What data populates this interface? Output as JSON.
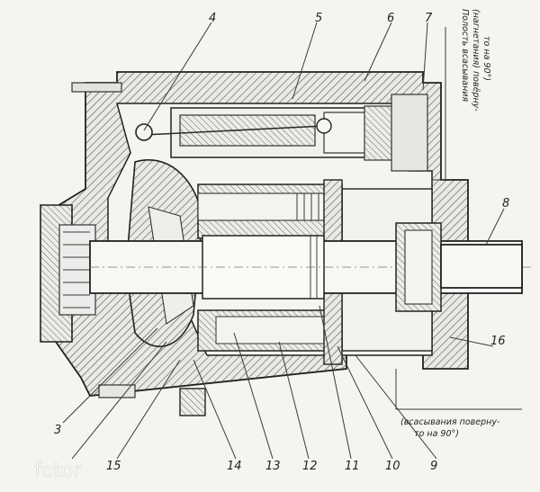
{
  "labels": {
    "l3": "3",
    "l4": "4",
    "l5": "5",
    "l6": "6",
    "l7": "7",
    "l8": "8",
    "l9": "9",
    "l10": "10",
    "l11": "11",
    "l12": "12",
    "l13": "13",
    "l14": "14",
    "l15": "15",
    "l16": "16"
  },
  "notes": {
    "discharge_line1": "Полость всасывания",
    "discharge_line2": "(нагнетания) повёрну-",
    "discharge_line3": "то на 90°)",
    "suction_line1": "(всасывания поверну-",
    "suction_line2": "то на 90°)"
  },
  "watermark": "fotor"
}
